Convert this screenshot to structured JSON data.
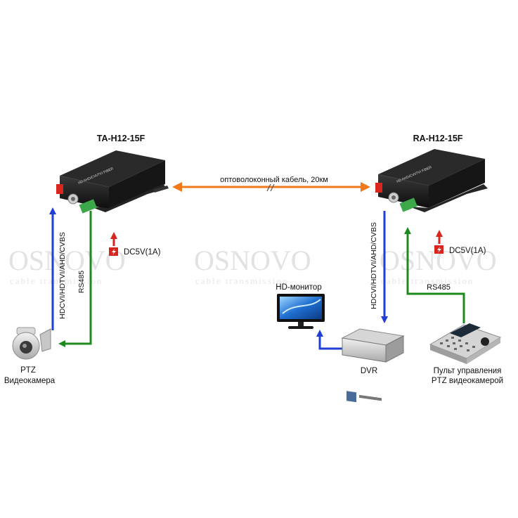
{
  "watermark": {
    "brand": "OSNOVO",
    "tagline": "cable transmission"
  },
  "transmitter": {
    "model": "TA-H12-15F",
    "faceplate_text": "HD AHD/CVI/TVI  FIBER"
  },
  "receiver": {
    "model": "RA-H12-15F",
    "faceplate_text": "HD AHD/CVI/TVI  FIBER"
  },
  "fiber_link": {
    "label": "оптоволоконный кабель, 20км"
  },
  "power": {
    "left": "DC5V(1A)",
    "right": "DC5V(1A)"
  },
  "signals": {
    "video_left": "HDCVI/HDTVI/AHD/CVBS",
    "rs485_left": "RS485",
    "video_right": "HDCVI/HDTVI/AHD/CVBS",
    "rs485_right": "RS485"
  },
  "devices": {
    "camera": {
      "line1": "PTZ",
      "line2": "Видеокамера"
    },
    "monitor": {
      "label": "HD-монитор"
    },
    "dvr": {
      "label": "DVR"
    },
    "keyboard": {
      "line1": "Пульт управления",
      "line2": "PTZ видеокамерой"
    }
  },
  "colors": {
    "video_arrow": "#1f3fd6",
    "rs485_arrow": "#1e8a1e",
    "fiber_arrow": "#f07a1a",
    "power_icon": "#d8261e",
    "device_body": "#1c1c1c"
  },
  "icons": [
    "ip-camera-icon",
    "monitor-icon",
    "dvr-icon",
    "ptz-keyboard-icon",
    "power-plug-icon",
    "bnc-connector-icon",
    "terminal-block-icon"
  ]
}
